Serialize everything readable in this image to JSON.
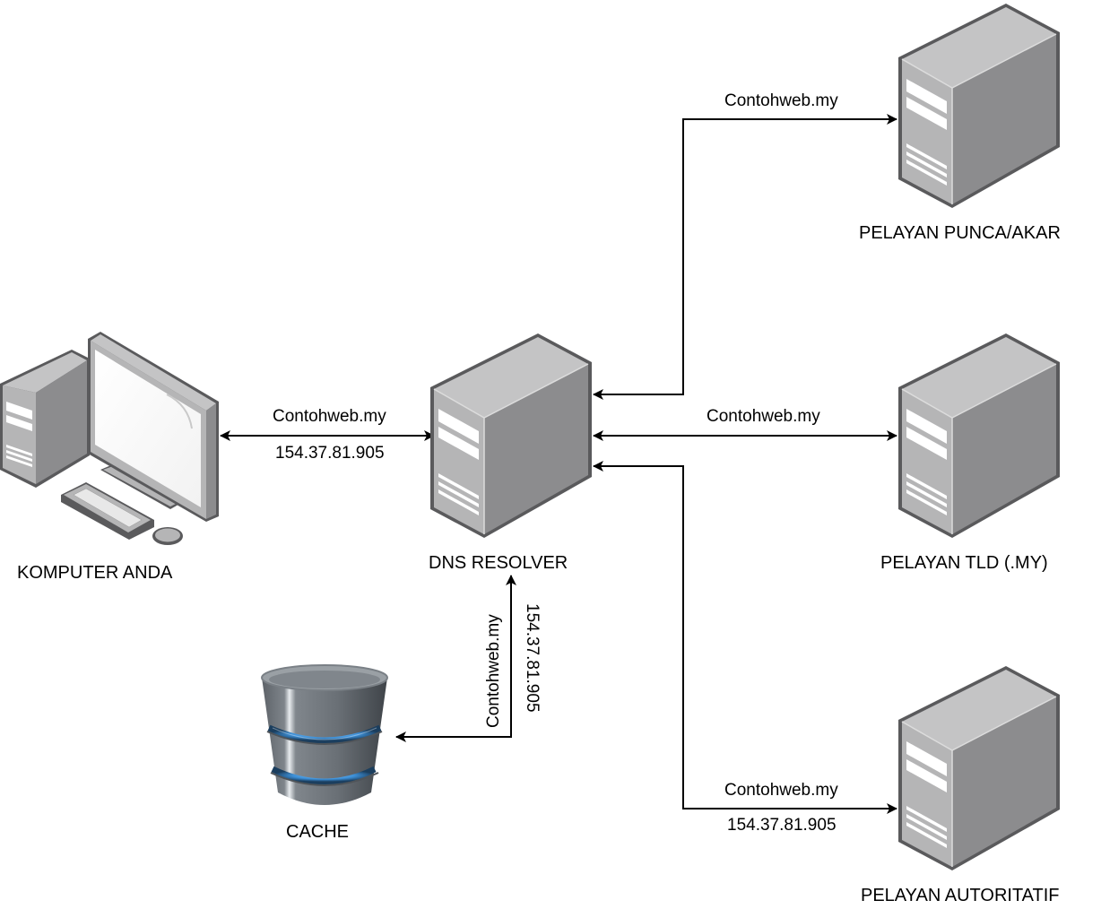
{
  "diagram": {
    "nodes": {
      "computer": {
        "label": "KOMPUTER ANDA",
        "icon": "desktop-computer-icon"
      },
      "resolver": {
        "label": "DNS RESOLVER",
        "icon": "server-tower-icon"
      },
      "cache": {
        "label": "CACHE",
        "icon": "database-icon"
      },
      "root": {
        "label": "PELAYAN PUNCA/AKAR",
        "icon": "server-tower-icon"
      },
      "tld": {
        "label": "PELAYAN TLD (.MY)",
        "icon": "server-tower-icon"
      },
      "authoritative": {
        "label": "PELAYAN AUTORITATIF",
        "icon": "server-tower-icon"
      }
    },
    "edges": {
      "computer_resolver": {
        "from": "computer",
        "to": "resolver",
        "bidirectional": true,
        "label_top": "Contohweb.my",
        "label_bottom": "154.37.81.905"
      },
      "resolver_cache": {
        "from": "resolver",
        "to": "cache",
        "bidirectional": true,
        "label_left": "Contohweb.my",
        "label_right": "154.37.81.905"
      },
      "resolver_root": {
        "from": "resolver",
        "to": "root",
        "bidirectional": true,
        "label_top": "Contohweb.my"
      },
      "resolver_tld": {
        "from": "resolver",
        "to": "tld",
        "bidirectional": true,
        "label_top": "Contohweb.my"
      },
      "resolver_authoritative": {
        "from": "resolver",
        "to": "authoritative",
        "bidirectional": true,
        "label_top": "Contohweb.my",
        "label_bottom": "154.37.81.905"
      }
    },
    "colors": {
      "server_front": "#b5b5b6",
      "server_top": "#c4c4c5",
      "server_side": "#8c8c8e",
      "server_outline": "#5a5a5c",
      "cache_body": "#6e7378",
      "cache_glow": "#3d8fd6",
      "line": "#000000"
    }
  }
}
